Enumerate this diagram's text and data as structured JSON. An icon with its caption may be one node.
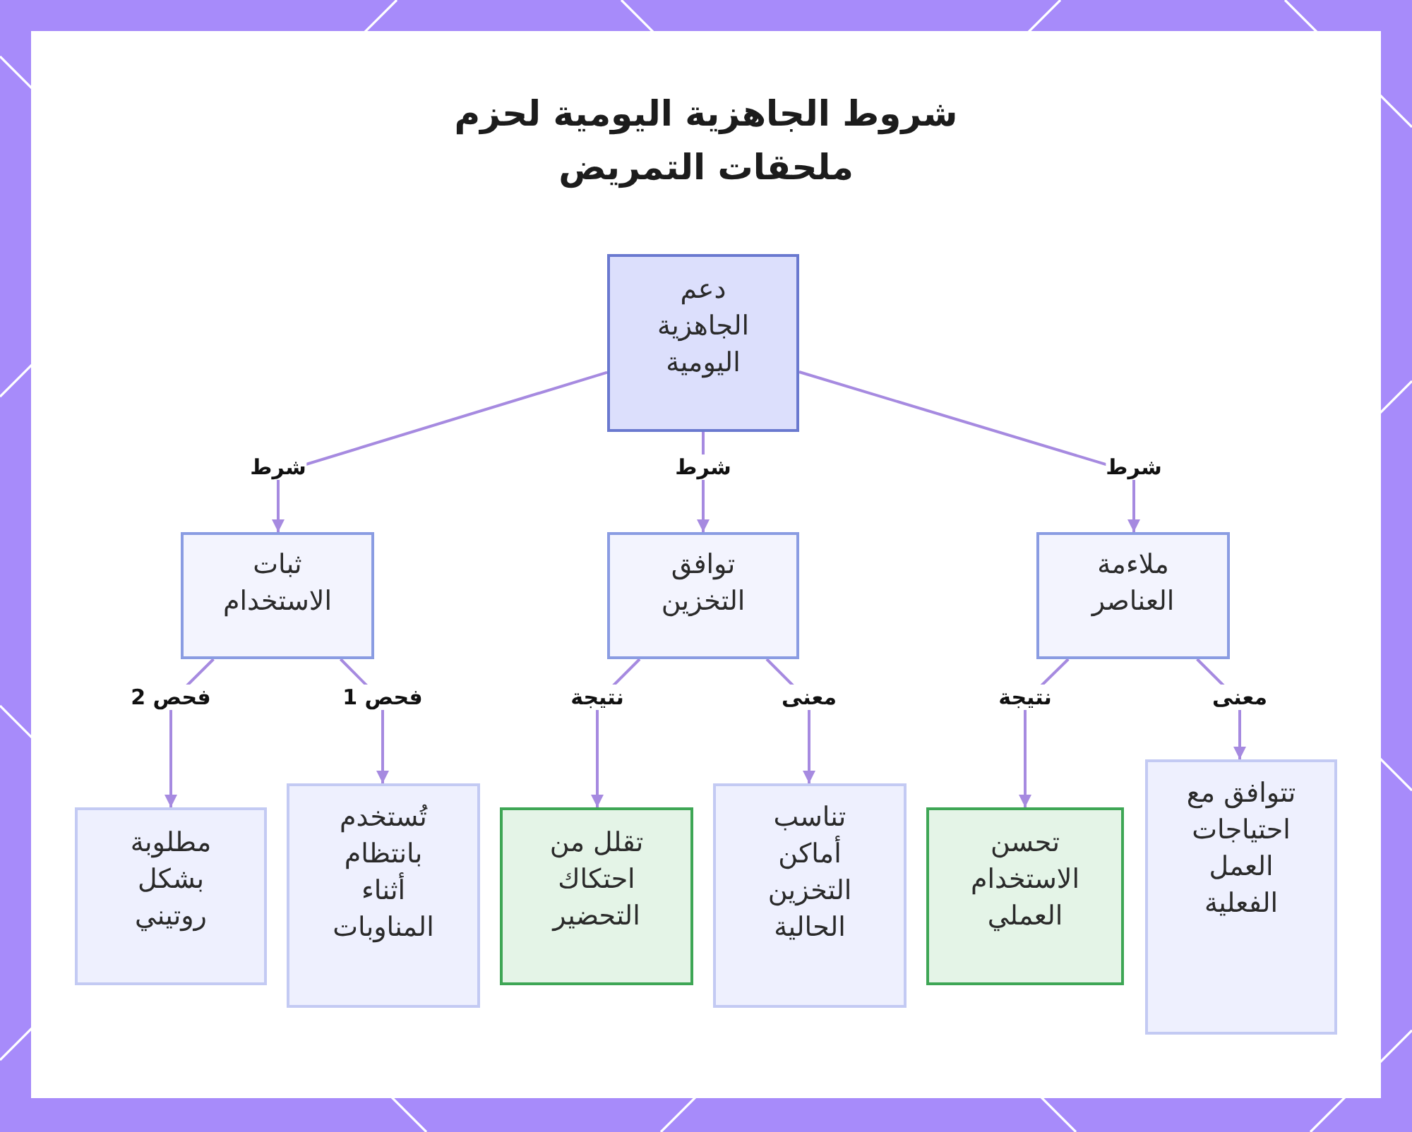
{
  "diagram": {
    "title": "شروط الجاهزية اليومية لحزم ملحقات التمريض",
    "nodes": [
      {
        "text": [
          "دعم الجاهزية اليومية"
        ]
      },
      {
        "text": [
          "ملاءمة العناصر"
        ]
      },
      {
        "text": [
          "توافق التخزين"
        ]
      },
      {
        "text": [
          "ثبات الاستخدام"
        ]
      },
      {
        "text": [
          "تتوافق مع احتياجات العمل الفعلية"
        ]
      },
      {
        "text": [
          "تحسن الاستخدام العملي"
        ]
      },
      {
        "text": [
          "تناسب أماكن التخزين الحالية"
        ]
      },
      {
        "text": [
          "تقلل من احتكاك التحضير"
        ]
      },
      {
        "text": [
          "تُستخدم بانتظام أثناء المناوبات"
        ]
      },
      {
        "text": [
          "مطلوبة بشكل روتيني"
        ]
      }
    ],
    "edges": [
      {
        "from": 0,
        "to": 1,
        "arrow": "to",
        "label": "شرط"
      },
      {
        "from": 0,
        "to": 2,
        "arrow": "to",
        "label": "شرط"
      },
      {
        "from": 0,
        "to": 3,
        "arrow": "to",
        "label": "شرط"
      },
      {
        "from": 1,
        "to": 4,
        "arrow": "to",
        "label": "معنى"
      },
      {
        "from": 1,
        "to": 5,
        "arrow": "to",
        "label": "نتيجة"
      },
      {
        "from": 2,
        "to": 6,
        "arrow": "to",
        "label": "معنى"
      },
      {
        "from": 2,
        "to": 7,
        "arrow": "to",
        "label": "نتيجة"
      },
      {
        "from": 3,
        "to": 8,
        "arrow": "to",
        "label": "فحص 1"
      },
      {
        "from": 3,
        "to": 9,
        "arrow": "to",
        "label": "فحص 2"
      }
    ]
  }
}
